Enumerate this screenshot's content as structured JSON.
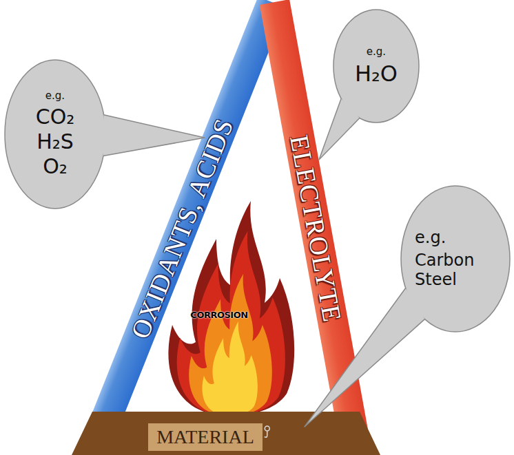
{
  "diagram": {
    "nodes": [
      {
        "text": [
          "OXIDANTS, ACIDS"
        ]
      },
      {
        "text": [
          "e.g.",
          "CO₂ H₂S O₂"
        ]
      },
      {
        "text": [
          "ELECTROLYTE"
        ]
      },
      {
        "text": [
          "e.g.",
          "H₂O"
        ]
      },
      {
        "text": [
          "CORROSION"
        ]
      },
      {
        "text": [
          "MATERIAL"
        ]
      },
      {
        "text": [
          "e.g.",
          "Carbon Steel"
        ]
      }
    ]
  }
}
